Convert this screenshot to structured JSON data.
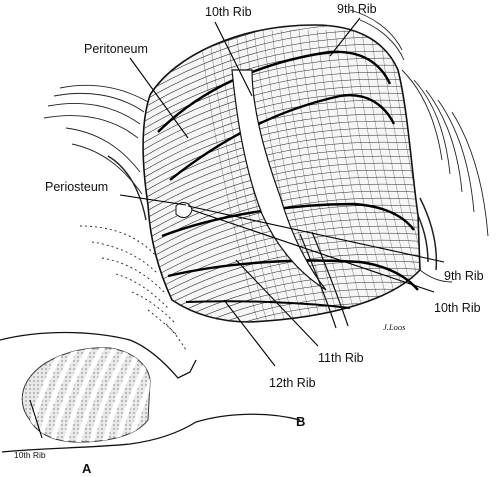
{
  "labels": {
    "rib10_top": "10th Rib",
    "rib9_top": "9th Rib",
    "peritoneum": "Peritoneum",
    "periosteum": "Periosteum",
    "rib9_right": "9th Rib",
    "rib10_right": "10th Rib",
    "rib11": "11th Rib",
    "rib12": "12th Rib",
    "inset_rib10": "10th Rib"
  },
  "panels": {
    "a": "A",
    "b": "B"
  },
  "signature": "J.Loos"
}
